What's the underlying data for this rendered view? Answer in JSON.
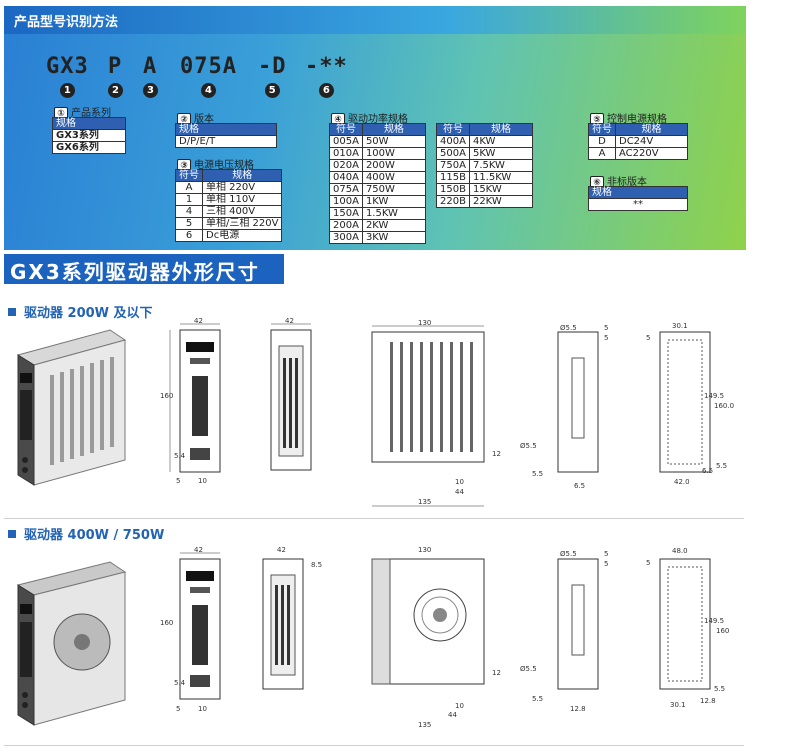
{
  "banner": {
    "title": "产品型号识别方法",
    "code_parts": [
      {
        "text": "GX3",
        "num": "1"
      },
      {
        "text": "P",
        "num": "2"
      },
      {
        "text": "A",
        "num": "3"
      },
      {
        "text": "075A",
        "num": "4"
      },
      {
        "text": "-D",
        "num": "5"
      },
      {
        "text": "-**",
        "num": "6"
      }
    ]
  },
  "spec1": {
    "num": "①",
    "title": "产品系列",
    "header": "规格",
    "rows": [
      "GX3系列",
      "GX6系列"
    ]
  },
  "spec2": {
    "num": "②",
    "title": "版本",
    "header": "规格",
    "row": "D/P/E/T"
  },
  "spec3": {
    "num": "③",
    "title": "电源电压规格",
    "headers": [
      "符号",
      "规格"
    ],
    "rows": [
      [
        "A",
        "单相 220V"
      ],
      [
        "1",
        "单相 110V"
      ],
      [
        "4",
        "三相 400V"
      ],
      [
        "5",
        "单相/三相 220V"
      ],
      [
        "6",
        "Dc电源"
      ]
    ]
  },
  "spec4": {
    "num": "④",
    "title": "驱动功率规格",
    "headers": [
      "符号",
      "规格"
    ],
    "rows_left": [
      [
        "005A",
        "50W"
      ],
      [
        "010A",
        "100W"
      ],
      [
        "020A",
        "200W"
      ],
      [
        "040A",
        "400W"
      ],
      [
        "075A",
        "750W"
      ],
      [
        "100A",
        "1KW"
      ],
      [
        "150A",
        "1.5KW"
      ],
      [
        "200A",
        "2KW"
      ],
      [
        "300A",
        "3KW"
      ]
    ],
    "rows_right": [
      [
        "400A",
        "4KW"
      ],
      [
        "500A",
        "5KW"
      ],
      [
        "750A",
        "7.5KW"
      ],
      [
        "115B",
        "11.5KW"
      ],
      [
        "150B",
        "15KW"
      ],
      [
        "220B",
        "22KW"
      ]
    ]
  },
  "spec5": {
    "num": "⑤",
    "title": "控制电源规格",
    "headers": [
      "符号",
      "规格"
    ],
    "rows": [
      [
        "D",
        "DC24V"
      ],
      [
        "A",
        "AC220V"
      ]
    ]
  },
  "spec6": {
    "num": "⑥",
    "title": "非标版本",
    "header": "规格",
    "row": "**"
  },
  "series_title": "GX3系列驱动器外形尺寸",
  "section1": {
    "title": "驱动器 200W 及以下",
    "dims": {
      "front_w": "42",
      "front_h": "160",
      "front_5": "5",
      "front_10": "10",
      "front_54": "5.4",
      "side_w": "42",
      "top_130": "130",
      "right_12": "12",
      "bottom_10": "10",
      "bottom_44": "44",
      "bottom_135": "135",
      "hole": "Ø5.5",
      "d5a": "5",
      "d5b": "5",
      "hole2": "Ø5.5",
      "d55": "5.5",
      "d65": "6.5",
      "back_301": "30.1",
      "back_1495": "149.5",
      "back_160": "160.0",
      "back_65": "6.5",
      "back_55": "5.5",
      "back_42": "42.0",
      "back_5": "5"
    }
  },
  "section2": {
    "title": "驱动器 400W / 750W",
    "dims": {
      "front_w": "42",
      "front_h": "160",
      "front_5": "5",
      "front_10": "10",
      "front_54": "5.4",
      "side_w": "42",
      "side_85": "8.5",
      "top_130": "130",
      "right_12": "12",
      "bottom_10": "10",
      "bottom_44": "44",
      "bottom_135": "135",
      "hole": "Ø5.5",
      "d5a": "5",
      "d5b": "5",
      "hole2": "Ø5.5",
      "d55": "5.5",
      "d128": "12.8",
      "back_480": "48.0",
      "back_1495": "149.5",
      "back_160": "160",
      "back_301": "30.1",
      "back_128": "12.8",
      "back_55": "5.5",
      "back_5": "5"
    }
  }
}
